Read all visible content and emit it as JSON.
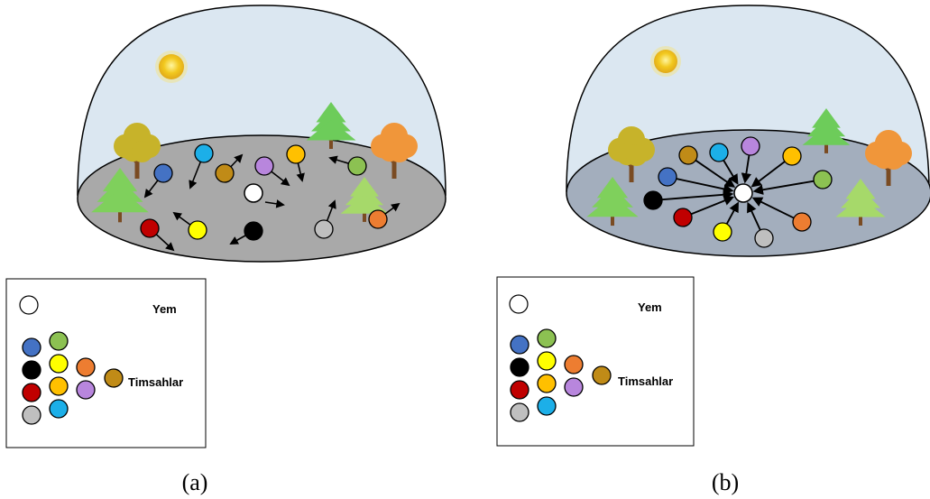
{
  "panels": [
    {
      "id": "a",
      "caption": "(a)"
    },
    {
      "id": "b",
      "caption": "(b)"
    }
  ],
  "legend": {
    "food_label": "Yem",
    "crocodiles_label": "Timsahlar"
  },
  "colors": {
    "sky": "#dbe7f1",
    "ground_a": "#a9a9a9",
    "ground_b": "#a3aebd",
    "sun": "#f2c81e",
    "food": "#ffffff",
    "blue": "#4472c4",
    "black": "#000000",
    "red": "#c00000",
    "gray": "#bfbfbf",
    "green": "#8cc152",
    "yellow": "#ffff00",
    "orange": "#ffc000",
    "cyan": "#1cafe8",
    "darkorange": "#ed7d31",
    "purple": "#b886dd",
    "brown": "#c08b17"
  },
  "legend_order": [
    "blue",
    "black",
    "red",
    "gray",
    "green",
    "yellow",
    "orange",
    "cyan",
    "darkorange",
    "purple",
    "brown"
  ],
  "crocodile_count": 11,
  "food_count": 1
}
